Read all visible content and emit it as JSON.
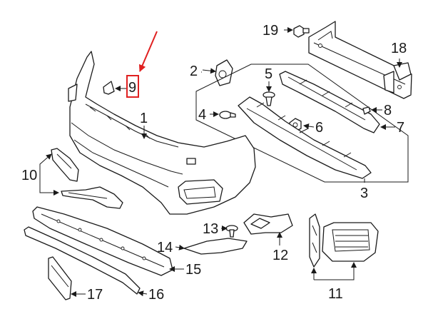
{
  "diagram": {
    "callouts": {
      "c1": "1",
      "c2": "2",
      "c3": "3",
      "c4": "4",
      "c5": "5",
      "c6": "6",
      "c7": "7",
      "c8": "8",
      "c9": "9",
      "c10": "10",
      "c11": "11",
      "c12": "12",
      "c13": "13",
      "c14": "14",
      "c15": "15",
      "c16": "16",
      "c17": "17",
      "c18": "18",
      "c19": "19"
    },
    "colors": {
      "line": "#1a1a1a",
      "highlight": "#e02020",
      "background": "#ffffff"
    }
  }
}
